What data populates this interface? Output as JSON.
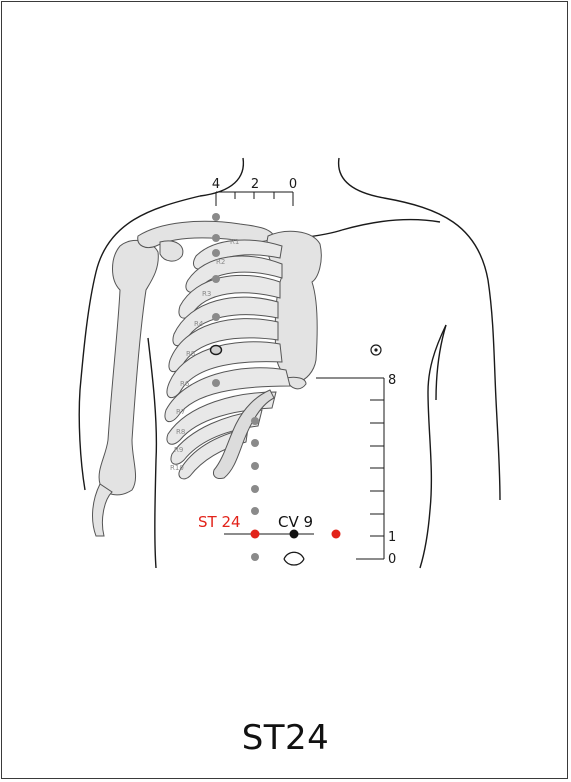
{
  "caption": "ST24",
  "labels": {
    "point_name": "ST 24",
    "reference_point": "CV 9"
  },
  "top_scale": {
    "ticks": [
      "4",
      "2",
      "0"
    ]
  },
  "side_scale": {
    "top_label": "8",
    "one_label": "1",
    "zero_label": "0"
  },
  "rib_labels": [
    "R1",
    "R2",
    "R3",
    "R4",
    "R5",
    "R6",
    "R7",
    "R8",
    "R9",
    "R10"
  ],
  "colors": {
    "acupoint": "#e2231a",
    "reference": "#111111",
    "guide_dot": "#8a8a8a",
    "bone_fill": "#e3e3e3",
    "bone_stroke": "#555555",
    "outline": "#1a1a1a"
  }
}
